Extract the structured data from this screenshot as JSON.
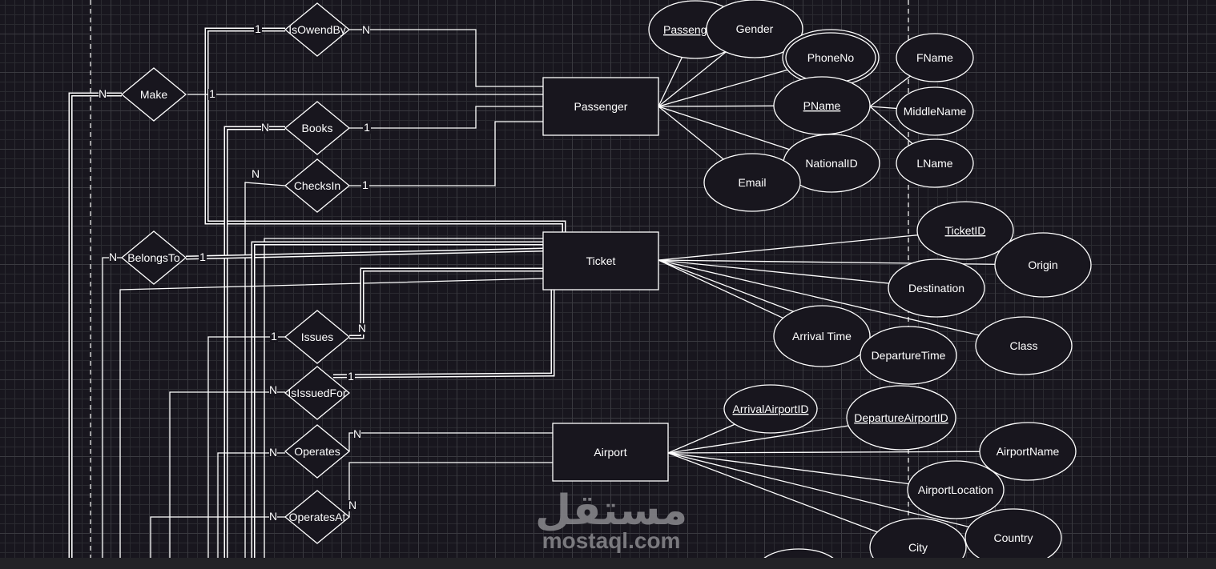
{
  "entities": [
    {
      "id": "passenger",
      "label": "Passenger"
    },
    {
      "id": "ticket",
      "label": "Ticket"
    },
    {
      "id": "airport",
      "label": "Airport"
    }
  ],
  "relationships": [
    {
      "id": "isowendby",
      "label": "IsOwendBy"
    },
    {
      "id": "make",
      "label": "Make"
    },
    {
      "id": "books",
      "label": "Books"
    },
    {
      "id": "checksin",
      "label": "ChecksIn"
    },
    {
      "id": "belongsto",
      "label": "BelongsTo"
    },
    {
      "id": "issues",
      "label": "Issues"
    },
    {
      "id": "isissuedfor",
      "label": "IsIssuedFor"
    },
    {
      "id": "operates",
      "label": "Operates"
    },
    {
      "id": "operatesat",
      "label": "OperatesAt"
    }
  ],
  "attributes": [
    {
      "id": "passengerid",
      "label": "Passeng",
      "key": true
    },
    {
      "id": "gender",
      "label": "Gender"
    },
    {
      "id": "phoneno",
      "label": "PhoneNo",
      "multivalued": true
    },
    {
      "id": "pname",
      "label": "PName",
      "key": true
    },
    {
      "id": "fname",
      "label": "FName"
    },
    {
      "id": "middlename",
      "label": "MiddleName"
    },
    {
      "id": "lname",
      "label": "LName"
    },
    {
      "id": "nationalid",
      "label": "NationalID"
    },
    {
      "id": "email",
      "label": "Email"
    },
    {
      "id": "ticketid",
      "label": "TicketID",
      "key": true
    },
    {
      "id": "origin",
      "label": "Origin"
    },
    {
      "id": "destination",
      "label": "Destination"
    },
    {
      "id": "arrivaltime",
      "label": "Arrival Time"
    },
    {
      "id": "departuretime",
      "label": "DepartureTime"
    },
    {
      "id": "class",
      "label": "Class"
    },
    {
      "id": "arrivalairportid",
      "label": "ArrivalAirportID",
      "key": true
    },
    {
      "id": "departureairportid",
      "label": "DepartureAirportID",
      "key": true
    },
    {
      "id": "airportname",
      "label": "AirportName"
    },
    {
      "id": "airportlocation",
      "label": "AirportLocation"
    },
    {
      "id": "city",
      "label": "City"
    },
    {
      "id": "country",
      "label": "Country"
    },
    {
      "id": "partial",
      "label": ""
    }
  ],
  "cardinalities": [
    "1",
    "N",
    "N",
    "1",
    "N",
    "1",
    "N",
    "1",
    "N",
    "1",
    "1",
    "N",
    "N",
    "1",
    "N",
    "N",
    "N",
    "N"
  ],
  "watermark": {
    "arabic": "مستقل",
    "latin": "mostaql.com"
  },
  "colors": {
    "background": "#18161e",
    "stroke": "#ffffff",
    "shape_fill": "#18161e"
  }
}
